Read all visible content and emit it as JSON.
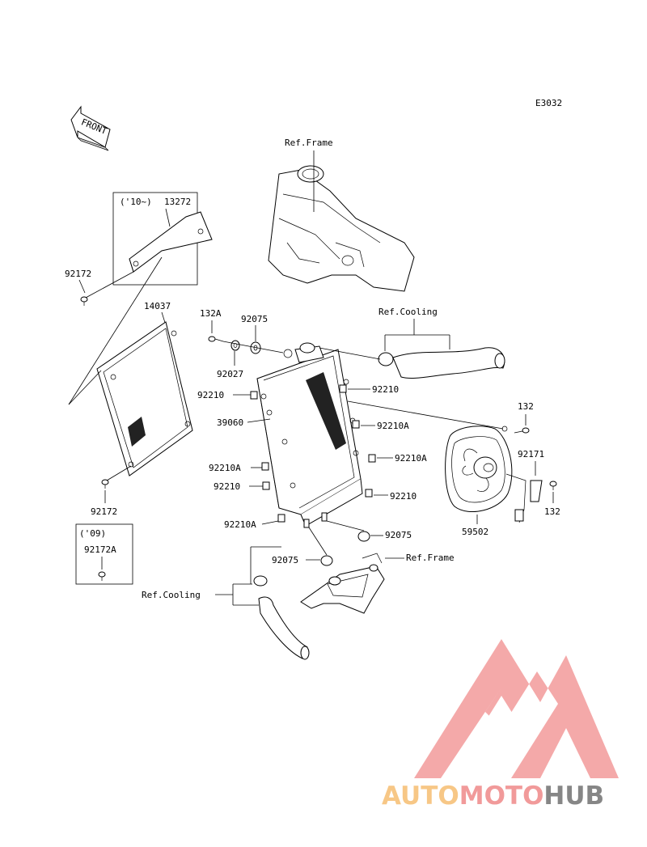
{
  "diagram_code": "E3032",
  "front_label": "FRONT",
  "labels": {
    "ref_frame_top": "Ref.Frame",
    "variant_10": "('10~)",
    "p13272": "13272",
    "p92172_top": "92172",
    "p14037": "14037",
    "p132a": "132A",
    "p92075_top": "92075",
    "p92027": "92027",
    "ref_cooling_top": "Ref.Cooling",
    "p92210_1": "92210",
    "p92210_2": "92210",
    "p39060": "39060",
    "p92210A_1": "92210A",
    "p132_top": "132",
    "p92171": "92171",
    "p92210A_2": "92210A",
    "p92210A_3": "92210A",
    "p92210_3": "92210",
    "p92210_4": "92210",
    "p92172_bottom": "92172",
    "p132_bottom": "132",
    "p92210A_4": "92210A",
    "p59502": "59502",
    "variant_09": "('09)",
    "p92075_right": "92075",
    "p92172a": "92172A",
    "p92075_left": "92075",
    "ref_frame_bottom": "Ref.Frame",
    "ref_cooling_bottom": "Ref.Cooling"
  },
  "watermark": {
    "part1": "AUTO",
    "part2": "MOTO",
    "part3": "HUB"
  },
  "colors": {
    "watermark_orange": "#f7c27a",
    "watermark_pink": "#f09090",
    "watermark_gray": "#7a7a7a",
    "logo_red": "#f3a0a0"
  }
}
